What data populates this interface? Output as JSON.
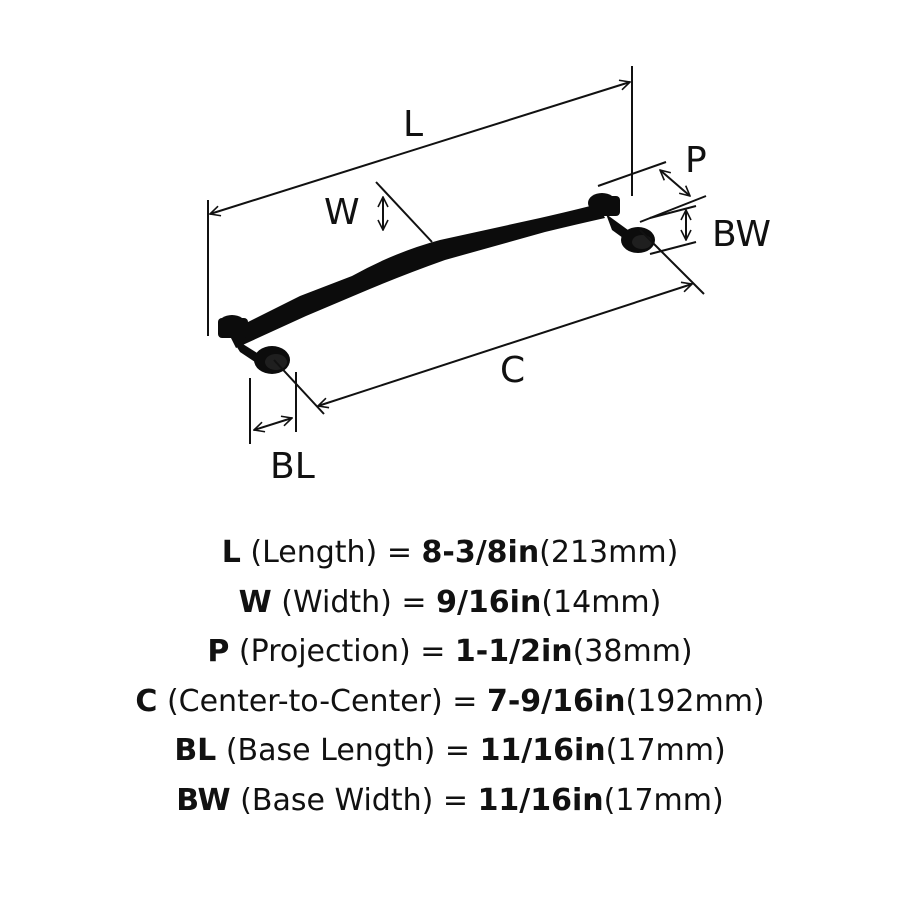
{
  "diagram": {
    "labels": {
      "L": "L",
      "W": "W",
      "P": "P",
      "BW": "BW",
      "C": "C",
      "BL": "BL"
    }
  },
  "specs": [
    {
      "code": "L",
      "name": "(Length)",
      "eq": "=",
      "imperial": "8-3/8in",
      "metric": "(213mm)"
    },
    {
      "code": "W",
      "name": "(Width)",
      "eq": "=",
      "imperial": "9/16in",
      "metric": "(14mm)"
    },
    {
      "code": "P",
      "name": "(Projection)",
      "eq": "=",
      "imperial": "1-1/2in",
      "metric": "(38mm)"
    },
    {
      "code": "C",
      "name": "(Center-to-Center)",
      "eq": "=",
      "imperial": "7-9/16in",
      "metric": "(192mm)"
    },
    {
      "code": "BL",
      "name": "(Base Length)",
      "eq": "=",
      "imperial": "11/16in",
      "metric": "(17mm)"
    },
    {
      "code": "BW",
      "name": "(Base Width)",
      "eq": "=",
      "imperial": "11/16in",
      "metric": "(17mm)"
    }
  ],
  "colors": {
    "ink": "#111111",
    "background": "#ffffff"
  }
}
